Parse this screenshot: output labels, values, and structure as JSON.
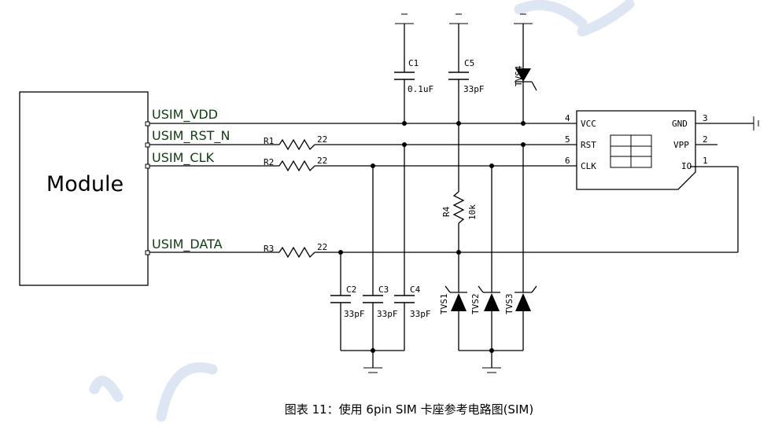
{
  "module": {
    "label": "Module"
  },
  "signals": {
    "vdd": "USIM_VDD",
    "rst": "USIM_RST_N",
    "clk": "USIM_CLK",
    "data": "USIM_DATA"
  },
  "resistors": {
    "r1": {
      "ref": "R1",
      "value": "22"
    },
    "r2": {
      "ref": "R2",
      "value": "22"
    },
    "r3": {
      "ref": "R3",
      "value": "22"
    },
    "r4": {
      "ref": "R4",
      "value": "10k"
    }
  },
  "capacitors": {
    "c1": {
      "ref": "C1",
      "value": "0.1uF"
    },
    "c5": {
      "ref": "C5",
      "value": "33pF"
    },
    "c2": {
      "ref": "C2",
      "value": "33pF"
    },
    "c3": {
      "ref": "C3",
      "value": "33pF"
    },
    "c4": {
      "ref": "C4",
      "value": "33pF"
    }
  },
  "tvs": {
    "tvs1": "TVS1",
    "tvs2": "TVS2",
    "tvs3": "TVS3",
    "tvs4": "TVS4"
  },
  "sim_card": {
    "pins_left": [
      {
        "num": "4",
        "name": "VCC"
      },
      {
        "num": "5",
        "name": "RST"
      },
      {
        "num": "6",
        "name": "CLK"
      }
    ],
    "pins_right": [
      {
        "num": "3",
        "name": "GND"
      },
      {
        "num": "2",
        "name": "VPP"
      },
      {
        "num": "1",
        "name": "IO"
      }
    ]
  },
  "caption": "图表 11：使用 6pin SIM 卡座参考电路图(SIM)"
}
